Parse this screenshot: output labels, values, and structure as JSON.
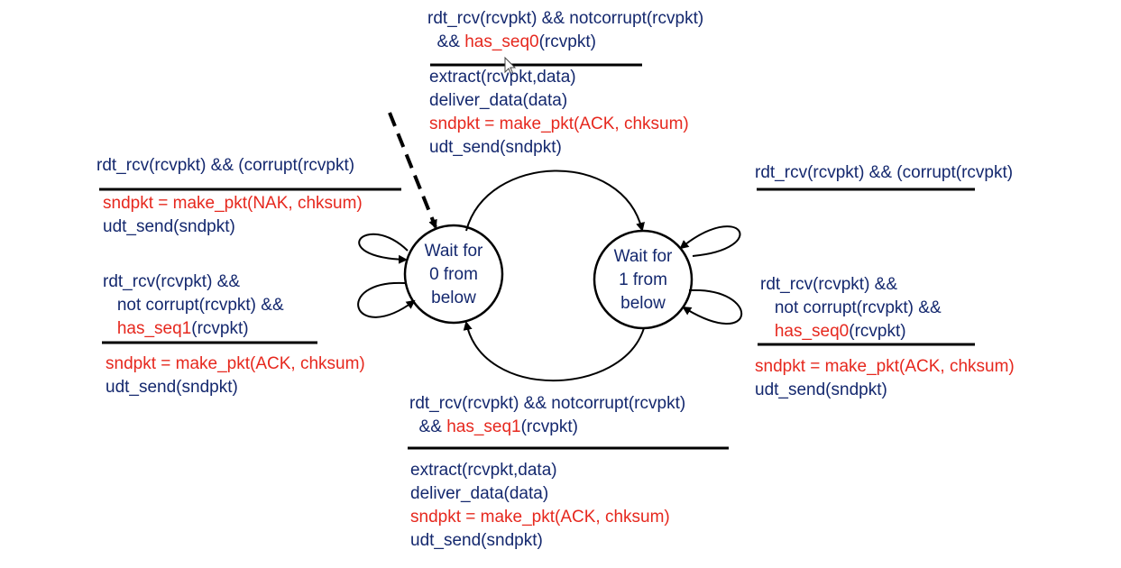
{
  "colors": {
    "navy": "#14286e",
    "red": "#e6281e",
    "line": "#000000"
  },
  "states": {
    "wait0": {
      "label": [
        "Wait for",
        "0 from",
        "below"
      ]
    },
    "wait1": {
      "label": [
        "Wait for",
        "1 from",
        "below"
      ]
    }
  },
  "transitions": {
    "t_top": {
      "condition": [
        [
          {
            "t": "rdt_rcv(rcvpkt) && notcorrupt(rcvpkt)",
            "c": "n"
          }
        ],
        [
          {
            "t": "  && ",
            "c": "n"
          },
          {
            "t": "has_seq0",
            "c": "r"
          },
          {
            "t": "(rcvpkt)",
            "c": "n"
          }
        ]
      ],
      "action": [
        [
          {
            "t": "extract(rcvpkt,data)",
            "c": "n"
          }
        ],
        [
          {
            "t": "deliver_data(data)",
            "c": "n"
          }
        ],
        [
          {
            "t": "sndpkt = make_pkt(ACK, chksum)",
            "c": "r"
          }
        ],
        [
          {
            "t": "udt_send(sndpkt)",
            "c": "n"
          }
        ]
      ]
    },
    "t_left_top": {
      "condition": [
        [
          {
            "t": "rdt_rcv(rcvpkt) && (corrupt(rcvpkt)",
            "c": "n"
          }
        ]
      ],
      "action": [
        [
          {
            "t": "sndpkt = make_pkt(NAK, chksum)",
            "c": "r"
          }
        ],
        [
          {
            "t": "udt_send(sndpkt)",
            "c": "n"
          }
        ]
      ]
    },
    "t_left_bottom": {
      "condition": [
        [
          {
            "t": "rdt_rcv(rcvpkt) &&",
            "c": "n"
          }
        ],
        [
          {
            "t": "   not corrupt(rcvpkt) &&",
            "c": "n"
          }
        ],
        [
          {
            "t": "   ",
            "c": "n"
          },
          {
            "t": "has_seq1",
            "c": "r"
          },
          {
            "t": "(rcvpkt)",
            "c": "n"
          }
        ]
      ],
      "action": [
        [
          {
            "t": "sndpkt = make_pkt(ACK, chksum)",
            "c": "r"
          }
        ],
        [
          {
            "t": "udt_send(sndpkt)",
            "c": "n"
          }
        ]
      ]
    },
    "t_right_top": {
      "condition": [
        [
          {
            "t": "rdt_rcv(rcvpkt) && (corrupt(rcvpkt)",
            "c": "n"
          }
        ]
      ],
      "action": []
    },
    "t_right_bottom": {
      "condition": [
        [
          {
            "t": "rdt_rcv(rcvpkt) &&",
            "c": "n"
          }
        ],
        [
          {
            "t": "   not corrupt(rcvpkt) &&",
            "c": "n"
          }
        ],
        [
          {
            "t": "   ",
            "c": "n"
          },
          {
            "t": "has_seq0",
            "c": "r"
          },
          {
            "t": "(rcvpkt)",
            "c": "n"
          }
        ]
      ],
      "action": [
        [
          {
            "t": "sndpkt = make_pkt(ACK, chksum)",
            "c": "r"
          }
        ],
        [
          {
            "t": "udt_send(sndpkt)",
            "c": "n"
          }
        ]
      ]
    },
    "t_bottom": {
      "condition": [
        [
          {
            "t": "rdt_rcv(rcvpkt) && notcorrupt(rcvpkt)",
            "c": "n"
          }
        ],
        [
          {
            "t": "  && ",
            "c": "n"
          },
          {
            "t": "has_seq1",
            "c": "r"
          },
          {
            "t": "(rcvpkt)",
            "c": "n"
          }
        ]
      ],
      "action": [
        [
          {
            "t": "extract(rcvpkt,data)",
            "c": "n"
          }
        ],
        [
          {
            "t": "deliver_data(data)",
            "c": "n"
          }
        ],
        [
          {
            "t": "sndpkt = make_pkt(ACK, chksum)",
            "c": "r"
          }
        ],
        [
          {
            "t": "udt_send(sndpkt)",
            "c": "n"
          }
        ]
      ]
    }
  }
}
